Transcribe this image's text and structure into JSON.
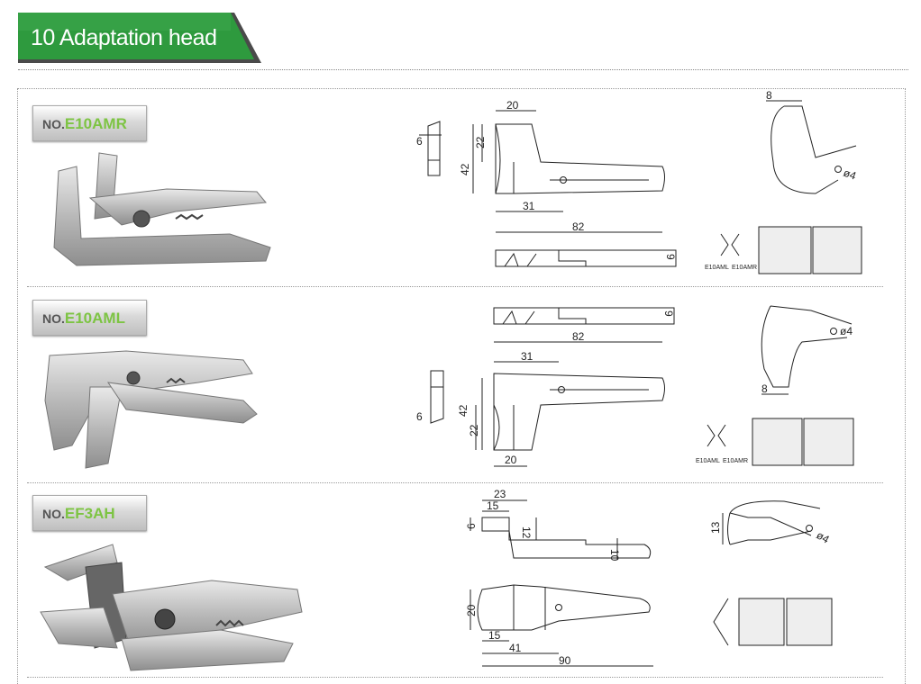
{
  "section_title": "10 Adaptation head",
  "colors": {
    "header_green": "#2e9a3e",
    "header_dark": "#4a4a4a",
    "code_green": "#7dc443"
  },
  "products": [
    {
      "prefix": "NO.",
      "code": "E10AMR",
      "dims": {
        "d6": "6",
        "d20": "20",
        "d22": "22",
        "d42": "42",
        "d31": "31",
        "d82": "82",
        "d9": "9",
        "d8": "8",
        "dphi": "ø4"
      },
      "jaw_labels": [
        "E10AML",
        "E10AMR"
      ]
    },
    {
      "prefix": "NO.",
      "code": "E10AML",
      "dims": {
        "d9": "9",
        "d82": "82",
        "d31": "31",
        "d42": "42",
        "d22": "22",
        "d20": "20",
        "d6": "6",
        "d8": "8",
        "dphi": "ø4"
      },
      "jaw_labels": [
        "E10AML",
        "E10AMR"
      ]
    },
    {
      "prefix": "NO.",
      "code": "EF3AH",
      "dims": {
        "d23": "23",
        "d15": "15",
        "d6": "6",
        "d12": "12",
        "d10": "10",
        "d20": "20",
        "d15b": "15",
        "d41": "41",
        "d90": "90",
        "d13": "13",
        "dphi": "ø4"
      }
    }
  ]
}
